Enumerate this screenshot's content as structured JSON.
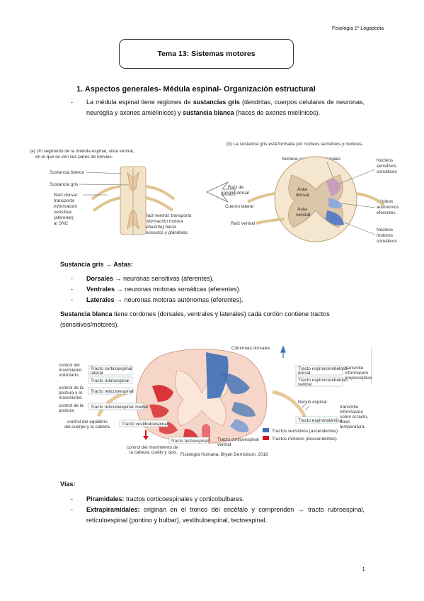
{
  "header": {
    "course": "Fisiología 1º Logopedia"
  },
  "title": "Tema 13: Sistemas motores",
  "section1": {
    "heading": "1.   Aspectos generales- Médula espinal- Organización estructural",
    "para_a": "La médula espinal tiene regiones de ",
    "para_b": "sustancias gris",
    "para_c": " (dendritas, cuerpos celulares de neuronas, neuroglía y axones amielínicos) y ",
    "para_d": "sustancia blanca",
    "para_e": " (haces de axones mielínicos)."
  },
  "figure1": {
    "a_title1": "(a) Un segmento de la médula espinal, vista ventral,",
    "a_title2": "en el que se ven sus pares de nervios.",
    "a_blanca": "Sustancia blanca",
    "a_gris": "Sustancia gris",
    "a_dorsal1": "Raíz dorsal:",
    "a_dorsal2": "transporta",
    "a_dorsal3": "información",
    "a_dorsal4": "sensitiva",
    "a_dorsal5": "(aferente)",
    "a_dorsal6": "al SNC",
    "a_ventral1": "Raíz ventral: transporta",
    "a_ventral2": "información motora",
    "a_ventral3": "(eferente) hacia",
    "a_ventral4": "músculos y glándulas",
    "b_title": "(b) La sustancia gris está formada por núcleos sensitivos y motores.",
    "b_visc": "Núcleos sensitivos viscerales",
    "b_ganglio1": "Raíz de",
    "b_ganglio2": "ganglio dorsal",
    "b_asta_d1": "Asta",
    "b_asta_d2": "dorsal",
    "b_asta_v1": "Asta",
    "b_asta_v2": "ventral",
    "b_cuerno": "Cuerno lateral",
    "b_raiz_v": "Raíz ventral",
    "b_som1": "Núcleos",
    "b_som2": "sensitivos",
    "b_som3": "somáticos",
    "b_aut1": "Núcleos",
    "b_aut2": "autónomos",
    "b_aut3": "eferentes",
    "b_mot1": "Núcleos",
    "b_mot2": "motores",
    "b_mot3": "somáticos"
  },
  "gris": {
    "heading": "Sustancia gris → Astas:",
    "items": [
      {
        "term": "Dorsales",
        "rest": " → neuronas sensitivas (aferentes)."
      },
      {
        "term": "Ventrales",
        "rest": " → neuronas motoras somáticas (eferentes)."
      },
      {
        "term": "Laterales",
        "rest": " → neuronas motoras autónomas (eferentes)."
      }
    ]
  },
  "blanca": {
    "term": "Sustancia blanca",
    "rest": " tiene cordones (dorsales, ventrales y laterales) cada cordón contiene tractos (sensitivos/motores)."
  },
  "figure2": {
    "col_dorsales": "Columnas dorsales",
    "ctrl_vol1": "control del",
    "ctrl_vol2": "movimiento",
    "ctrl_vol3": "voluntario",
    "ctrl_post1": "control de la",
    "ctrl_post2": "postura y el",
    "ctrl_post3": "movimiento",
    "ctrl_post4": "control de la",
    "ctrl_post5": "postura",
    "ctrl_eq1": "control del equilibrio",
    "ctrl_eq2": "del cuerpo y la cabeza",
    "ctrl_cab1": "control del movimiento de",
    "ctrl_cab2": "la cabeza, cuello y ojos.",
    "t_cortico_lat1": "Tracto corticoespinal",
    "t_cortico_lat2": "lateral",
    "t_rubro": "Tracto rubroespinal",
    "t_ret_pont": "Tracto reticuloespinal",
    "t_ret_med": "Tracto reticuloespinal medial",
    "t_vest": "Tracto vestibuloespinal",
    "t_tecto": "Tracto tectoespinal",
    "t_cortico_ven1": "Tracto corticoespinal",
    "t_cortico_ven2": "ventral",
    "t_espcer_d1": "Tracto espinocerebeloso",
    "t_espcer_d2": "dorsal",
    "t_espcer_v1": "Tracto espinocerebeloso",
    "t_espcer_v2": "ventral",
    "nervio": "Nervio espinal",
    "t_espinotal": "Tracto espinotalámico",
    "r_prop1": "transmite",
    "r_prop2": "información",
    "r_prop3": "propioceptiva",
    "r_tacto1": "transmite",
    "r_tacto2": "información",
    "r_tacto3": "sobre el tacto,",
    "r_tacto4": "dolor,",
    "r_tacto5": "temperatura.",
    "legend_sens": "Tractos sensitivos (ascendentes)",
    "legend_mot": "Tractos motores (descendentes)",
    "credit": "Fisiología Humana, Bryan Derrickson, 2018",
    "color_sens": "#3d6fb6",
    "color_mot": "#d3171f"
  },
  "vias": {
    "heading": "Vías:",
    "item1_term": "Piramidales:",
    "item1_rest": " tractos corticoespinales y corticobulbares.",
    "item2_term": "Extrapiramidales:",
    "item2_rest": " originan en el tronco del encéfalo y comprenden → tracto rubroespinal, retículoespinal (pontino y bulbar), vestibuloespinal, tectoespinal."
  },
  "page_number": "1"
}
